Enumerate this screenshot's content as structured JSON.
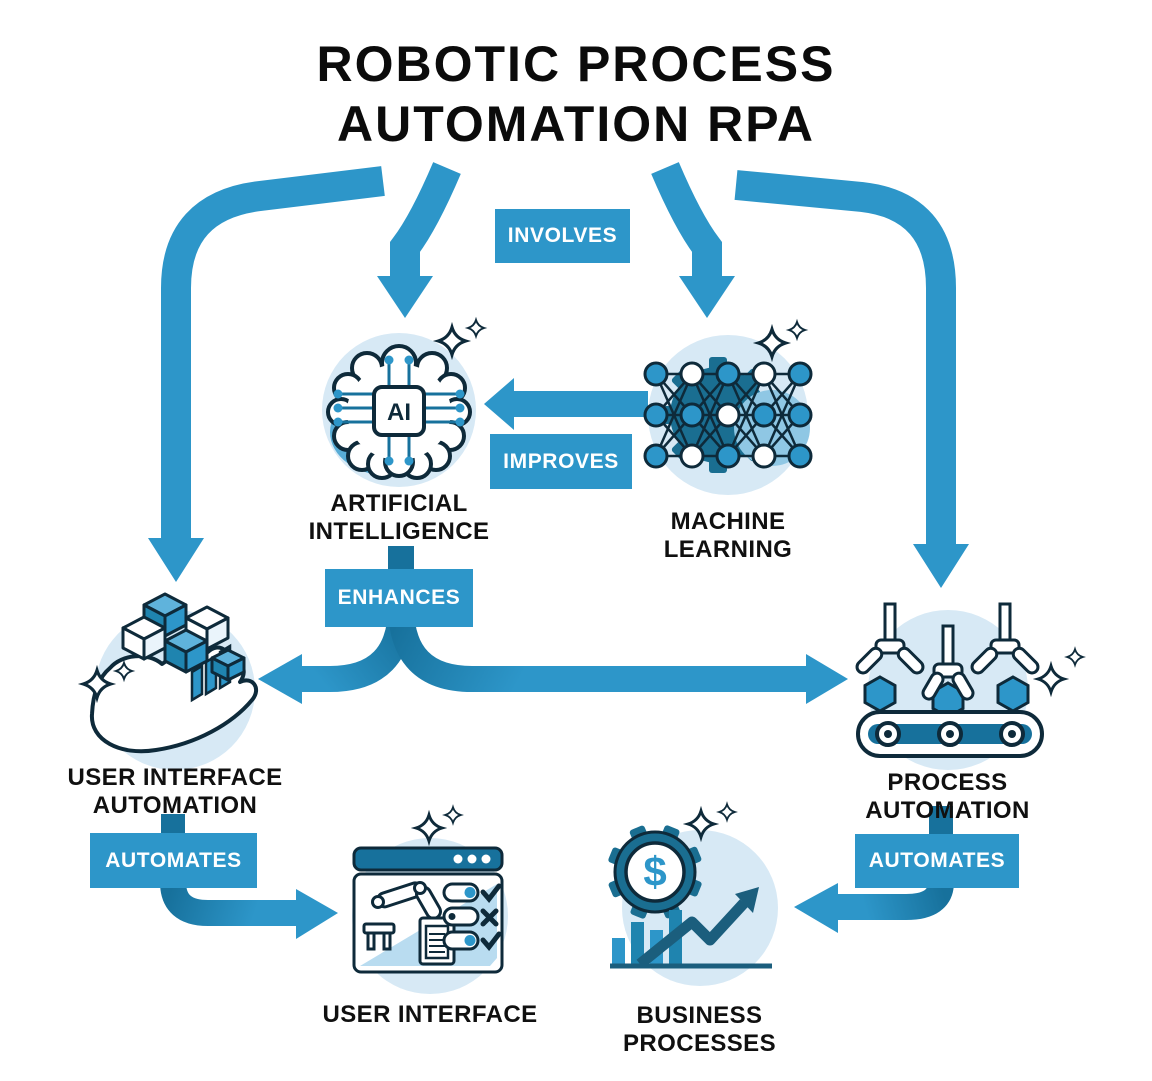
{
  "title": {
    "line1": "ROBOTIC PROCESS",
    "line2": "AUTOMATION RPA"
  },
  "relations": {
    "involves": "INVOLVES",
    "improves": "IMPROVES",
    "enhances": "ENHANCES",
    "automates_left": "AUTOMATES",
    "automates_right": "AUTOMATES"
  },
  "nodes": {
    "artificial_intelligence": {
      "line1": "ARTIFICIAL",
      "line2": "INTELLIGENCE",
      "icon": "ai-brain-chip-icon",
      "chip_text": "AI"
    },
    "machine_learning": {
      "label": "MACHINE LEARNING",
      "icon": "neural-network-gear-icon"
    },
    "user_interface_automation": {
      "line1": "USER INTERFACE",
      "line2": "AUTOMATION",
      "icon": "hand-holding-cubes-icon"
    },
    "process_automation": {
      "label": "PROCESS AUTOMATION",
      "icon": "robot-grippers-conveyor-icon"
    },
    "user_interface": {
      "label": "USER INTERFACE",
      "icon": "browser-robot-arm-icon"
    },
    "business_processes": {
      "label": "BUSINESS PROCESSES",
      "icon": "gear-dollar-growth-icon",
      "currency_symbol": "$"
    }
  },
  "colors": {
    "arrow_blue": "#2D96C9",
    "arrow_dark_blue": "#17719C",
    "label_bg": "#2D96C9",
    "icon_circle_bg": "#D7E9F5",
    "icon_dark_teal": "#1A6E91",
    "outline_navy": "#0E2A3A",
    "text_black": "#111111",
    "background": "#FFFFFF"
  }
}
